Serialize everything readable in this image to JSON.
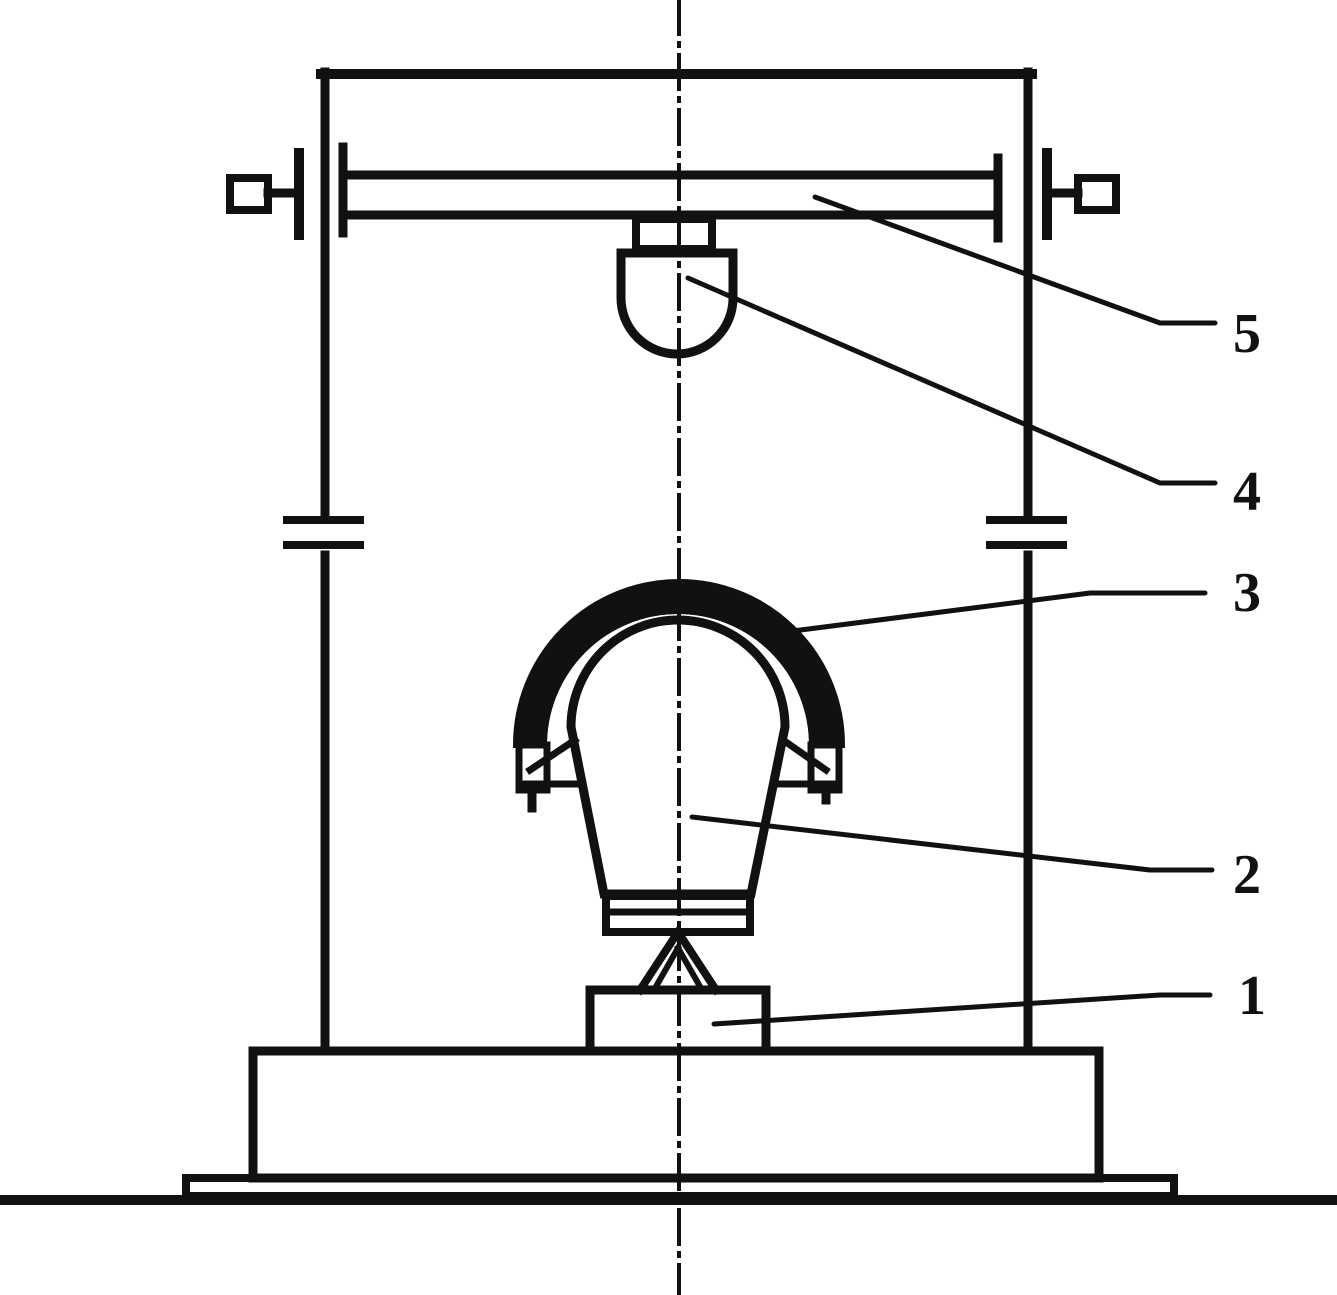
{
  "diagram": {
    "callouts": [
      {
        "id": "1",
        "label": "1"
      },
      {
        "id": "2",
        "label": "2"
      },
      {
        "id": "3",
        "label": "3"
      },
      {
        "id": "4",
        "label": "4"
      },
      {
        "id": "5",
        "label": "5"
      }
    ]
  },
  "colors": {
    "stroke": "#111111",
    "background": "#ffffff"
  }
}
